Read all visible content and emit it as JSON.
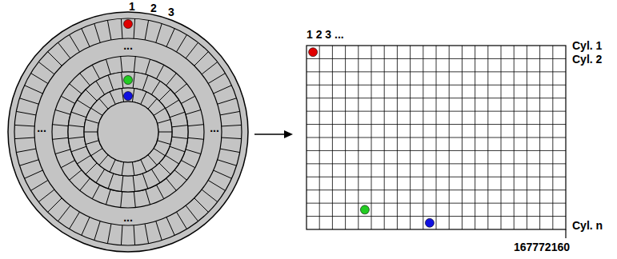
{
  "diagram": {
    "labels": [
      "1",
      "2",
      "3",
      "...",
      "...",
      "...",
      "...",
      "1 2 3 ...",
      "Cyl. 1",
      "Cyl. 2",
      "Cyl. n",
      "167772160"
    ]
  }
}
